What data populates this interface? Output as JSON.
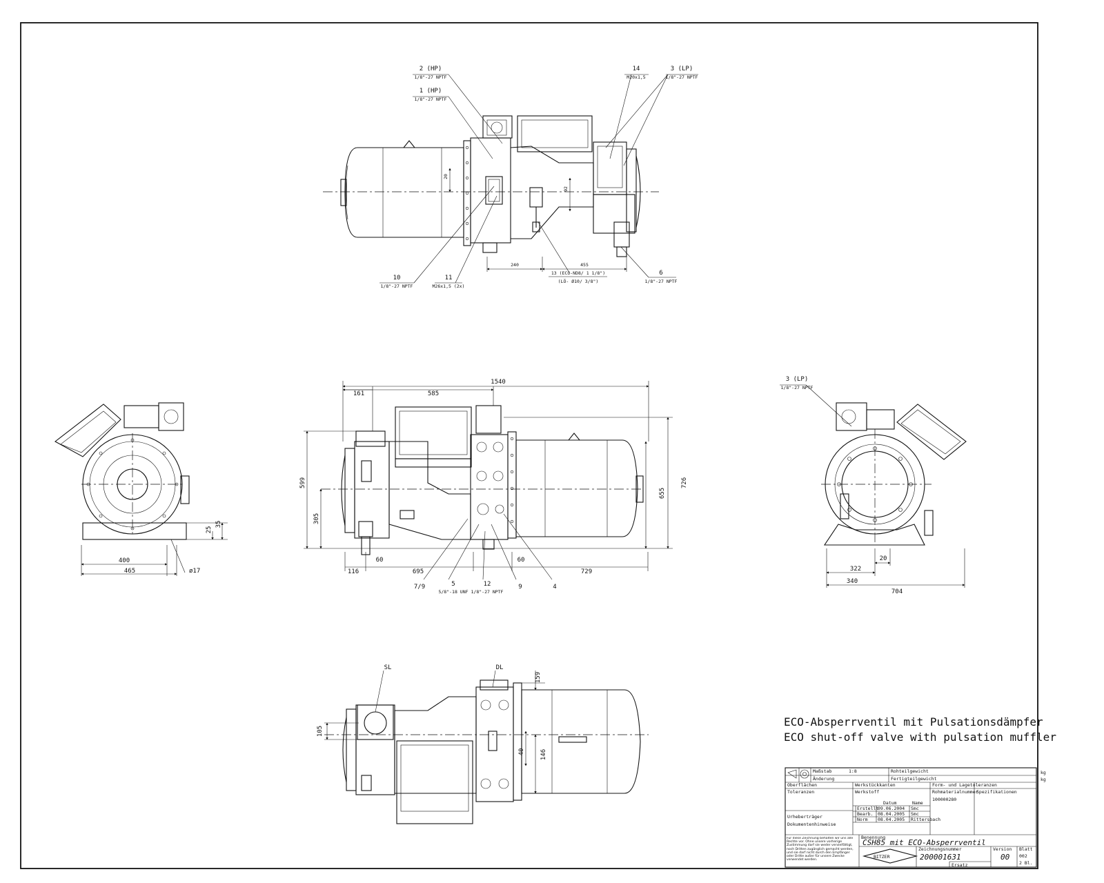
{
  "top_view": {
    "callouts": {
      "c2": "2 (HP)",
      "c2_sub": "1/8\"-27 NPTF",
      "c1": "1 (HP)",
      "c1_sub": "1/8\"-27 NPTF",
      "c14": "14",
      "c14_sub": "M20x1,5",
      "c3": "3 (LP)",
      "c3_sub": "1/8\"-27 NPTF",
      "c10": "10",
      "c10_sub": "1/8\"-27 NPTF",
      "c11": "11",
      "c11_sub": "M26x1,5 (2x)",
      "c13": "13 (ECO-ND8/ 1 1/8\")",
      "c13_sub": "(LÖ- Ø10/  3/8\")",
      "c6": "6",
      "c6_sub": "1/8\"-27 NPTF"
    },
    "dims": {
      "d20": "20",
      "d92": "92",
      "d240": "240",
      "d455": "455"
    }
  },
  "front_view": {
    "callouts": {
      "c79": "7/9",
      "c5": "5",
      "c5_sub": "5/8\"-18 UNF",
      "c12": "12",
      "c12_sub": "1/8\"-27 NPTF",
      "c9": "9",
      "c4": "4"
    },
    "dims": {
      "d1540": "1540",
      "d161": "161",
      "d585": "585",
      "d599": "599",
      "d305": "305",
      "d655": "655",
      "d726": "726",
      "d116": "116",
      "d60a": "60",
      "d695": "695",
      "d60b": "60",
      "d729": "729"
    }
  },
  "left_view": {
    "dims": {
      "d25": "25",
      "d35": "35",
      "d400": "400",
      "d465": "465",
      "d17": "ø17"
    }
  },
  "right_view": {
    "callouts": {
      "c3": "3 (LP)",
      "c3_sub": "1/8\"-27 NPTF"
    },
    "dims": {
      "d20": "20",
      "d322": "322",
      "d340": "340",
      "d704": "704"
    }
  },
  "bottom_view": {
    "callouts": {
      "sl": "SL",
      "dl": "DL"
    },
    "dims": {
      "d159": "159",
      "d105": "105",
      "d40": "40",
      "d146": "146"
    }
  },
  "caption": {
    "de": "ECO-Absperrventil mit Pulsationsdämpfer",
    "en": "ECO shut-off valve with pulsation muffler"
  },
  "title_block": {
    "massstab_label": "Maßstab",
    "massstab_value": "1:8",
    "aenderung": "Änderung",
    "rohteil": "Rohteilgewicht",
    "fertig": "Fertigteilgewicht",
    "kg1": "kg",
    "kg2": "kg",
    "oberflaechen": "Oberflächen",
    "toleranzen": "Toleranzen",
    "verzahnungsdaten": "Werkstückkanten",
    "werkstoff": "Werkstoff",
    "form_lage": "Form- und Lagetoleranzen",
    "rohmaterial": "Rohmaterialnummer",
    "rohmaterial_value": "100000280",
    "spezifikationen": "Spezifikationen",
    "datum": "Datum",
    "name": "Name",
    "erstellt": "Erstellt",
    "bearb": "Bearb.",
    "norm": "Norm",
    "erstellt_date": "09.06.2004",
    "erstellt_name": "Smc",
    "bearb_date": "08.04.2005",
    "bearb_name": "Smc",
    "norm_date": "08.04.2005",
    "norm_name": "Rittersbach",
    "urheber": "Urheberträger",
    "dokument": "Dokumentenhinweise",
    "benennung_label": "Benennung",
    "benennung": "CSH85 mit ECO-Absperrventil",
    "zeichnungsnummer_label": "Zeichnungsnummer",
    "zeichnungsnummer": "200001631",
    "version_label": "Version",
    "version": "00",
    "blatt_label": "Blatt",
    "blatt": "002",
    "blatt_of": "2 Bl.",
    "ersatz": "Ersatz",
    "schutz": "Für diese Zeichnung behalten wir uns alle Rechte vor. Ohne unsere vorherige Zustimmung darf sie weder vervielfältigt, noch Dritten zugänglich gemacht werden, und sie darf nicht durch den Empfänger oder Dritte außer für unsere Zwecke verwendet werden.",
    "logo": "BITZER"
  }
}
